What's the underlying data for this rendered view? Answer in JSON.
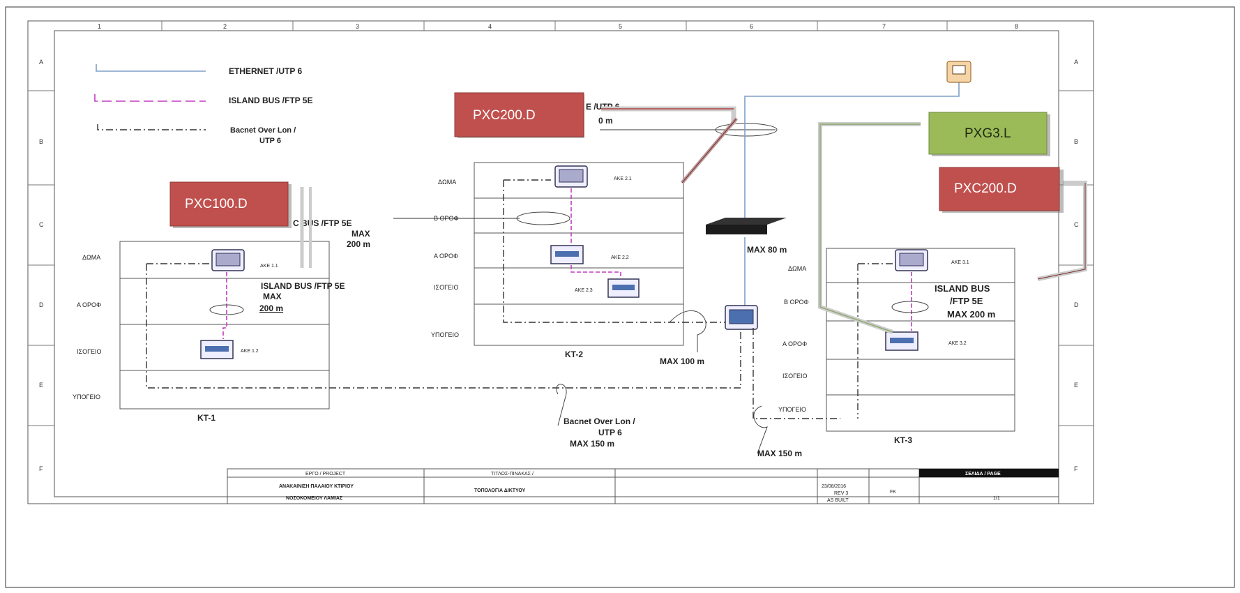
{
  "grid": {
    "columns": [
      "1",
      "2",
      "3",
      "4",
      "5",
      "6",
      "7",
      "8"
    ],
    "rows": [
      "A",
      "B",
      "C",
      "D",
      "E",
      "F"
    ]
  },
  "legend": {
    "ethernet": "ETHERNET /UTP 6",
    "island_bus": "ISLAND BUS /FTP 5E",
    "bacnet_line1": "Bacnet Over Lon /",
    "bacnet_line2": "UTP 6"
  },
  "floors": {
    "roof": "ΔΩΜΑ",
    "b_floor": "Β ΟΡΟΦ",
    "a_floor": "Α ΟΡΟΦ",
    "ground": "ΙΣΟΓΕΙΟ",
    "basement": "ΥΠΟΓΕΙΟ"
  },
  "buildings": {
    "kt1": "KT-1",
    "kt2": "KT-2",
    "kt3": "KT-3"
  },
  "devices": {
    "ake11": "AKE 1.1",
    "ake12": "AKE 1.2",
    "ake21": "AKE 2.1",
    "ake22": "AKE 2.2",
    "ake23": "AKE 2.3",
    "ake31": "AKE 3.1",
    "ake32": "AKE 3.2"
  },
  "notes": {
    "kt1_island_1": "ISLAND BUS /FTP 5E",
    "kt1_island_2": "MAX",
    "kt1_island_3": "200 m",
    "kt2_bus_1": "C BUS /FTP 5E",
    "kt2_bus_2": "MAX",
    "kt2_bus_3": "200 m",
    "top_utp_1": "E /UTP 6",
    "top_utp_2": "0 m",
    "max80": "MAX 80 m",
    "max100": "MAX 100 m",
    "kt3_island_1": "ISLAND BUS",
    "kt3_island_2": "/FTP 5E",
    "kt3_island_3": "MAX 200 m",
    "bacnet_1": "Bacnet Over Lon /",
    "bacnet_2": "UTP 6",
    "bacnet_3": "MAX 150 m",
    "max150": "MAX 150 m"
  },
  "tags": {
    "pxc200_left": "PXC200.D",
    "pxc100": "PXC100.D",
    "pxg3": "PXG3.L",
    "pxc200_right": "PXC200.D"
  },
  "title_block": {
    "project_head": "ΕΡΓΟ / PROJECT",
    "project_line1": "ΑΝΑΚΑΙΝΙΣΗ ΠΑΛΑΙΟΥ ΚΤΙΡΙΟΥ",
    "project_line2": "ΝΟΣΟΚΟΜΕΙΟΥ ΛΑΜΙΑΣ",
    "title_head": "ΤΙΤΛΟΣ-ΠΙΝΑΚΑΣ /",
    "title_value": "ΤΟΠΟΛΟΓΙΑ ΔΙΚΤΥΟΥ",
    "date": "23/08/2016",
    "rev": "REV 3",
    "as_built": "AS BUILT",
    "drawn": "FK",
    "page_head": "ΣΕΛΙΔΑ / PAGE",
    "page_value": "1/1"
  },
  "colors": {
    "tag_red": "#c0504d",
    "tag_green": "#9bbb59",
    "ethernet_blue": "#7f9fc6",
    "island_magenta": "#c03cc0"
  }
}
